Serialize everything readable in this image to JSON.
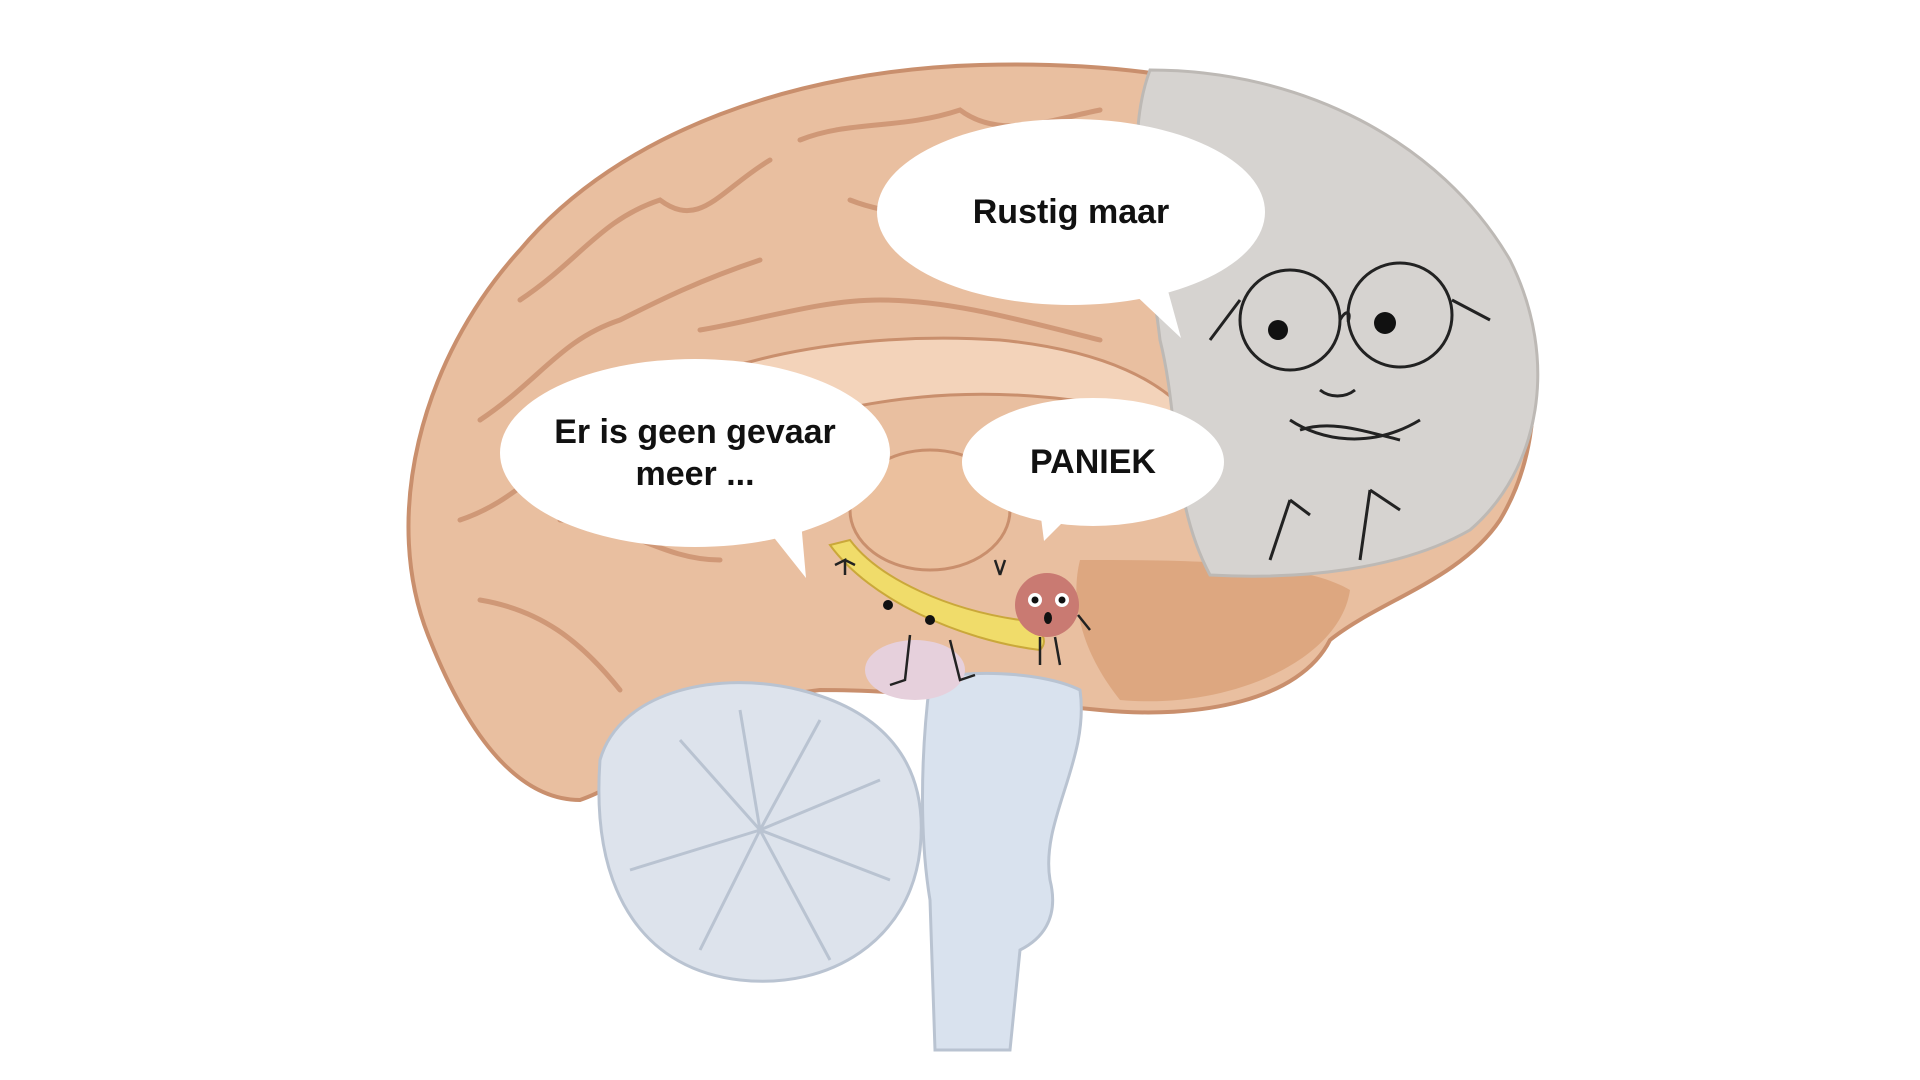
{
  "bubbles": {
    "prefrontal": {
      "text": "Rustig maar"
    },
    "hippocampus": {
      "line1": "Er is geen gevaar",
      "line2": "meer ..."
    },
    "amygdala": {
      "text": "PANIEK"
    }
  },
  "colors": {
    "cortex": "#e9bfa0",
    "cortex_dark": "#c98f6d",
    "prefrontal": "#d6d3d0",
    "cerebellum": "#dde3ec",
    "brainstem": "#d9e2ee",
    "hippocampus": "#f0dc6a",
    "amygdala": "#c97a72"
  }
}
